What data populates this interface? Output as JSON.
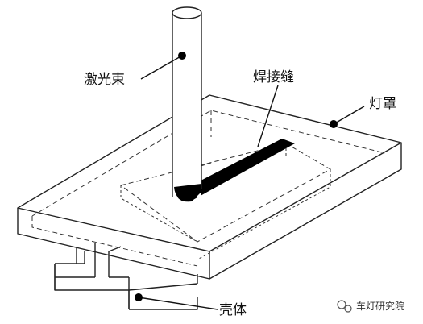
{
  "labels": {
    "laser_beam": "激光束",
    "weld_seam": "焊接缝",
    "lamp_cover": "灯罩",
    "housing": "壳体"
  },
  "watermark": {
    "text": "车灯研究院"
  },
  "colors": {
    "line": "#222222",
    "weld": "#000000",
    "background": "#ffffff"
  }
}
